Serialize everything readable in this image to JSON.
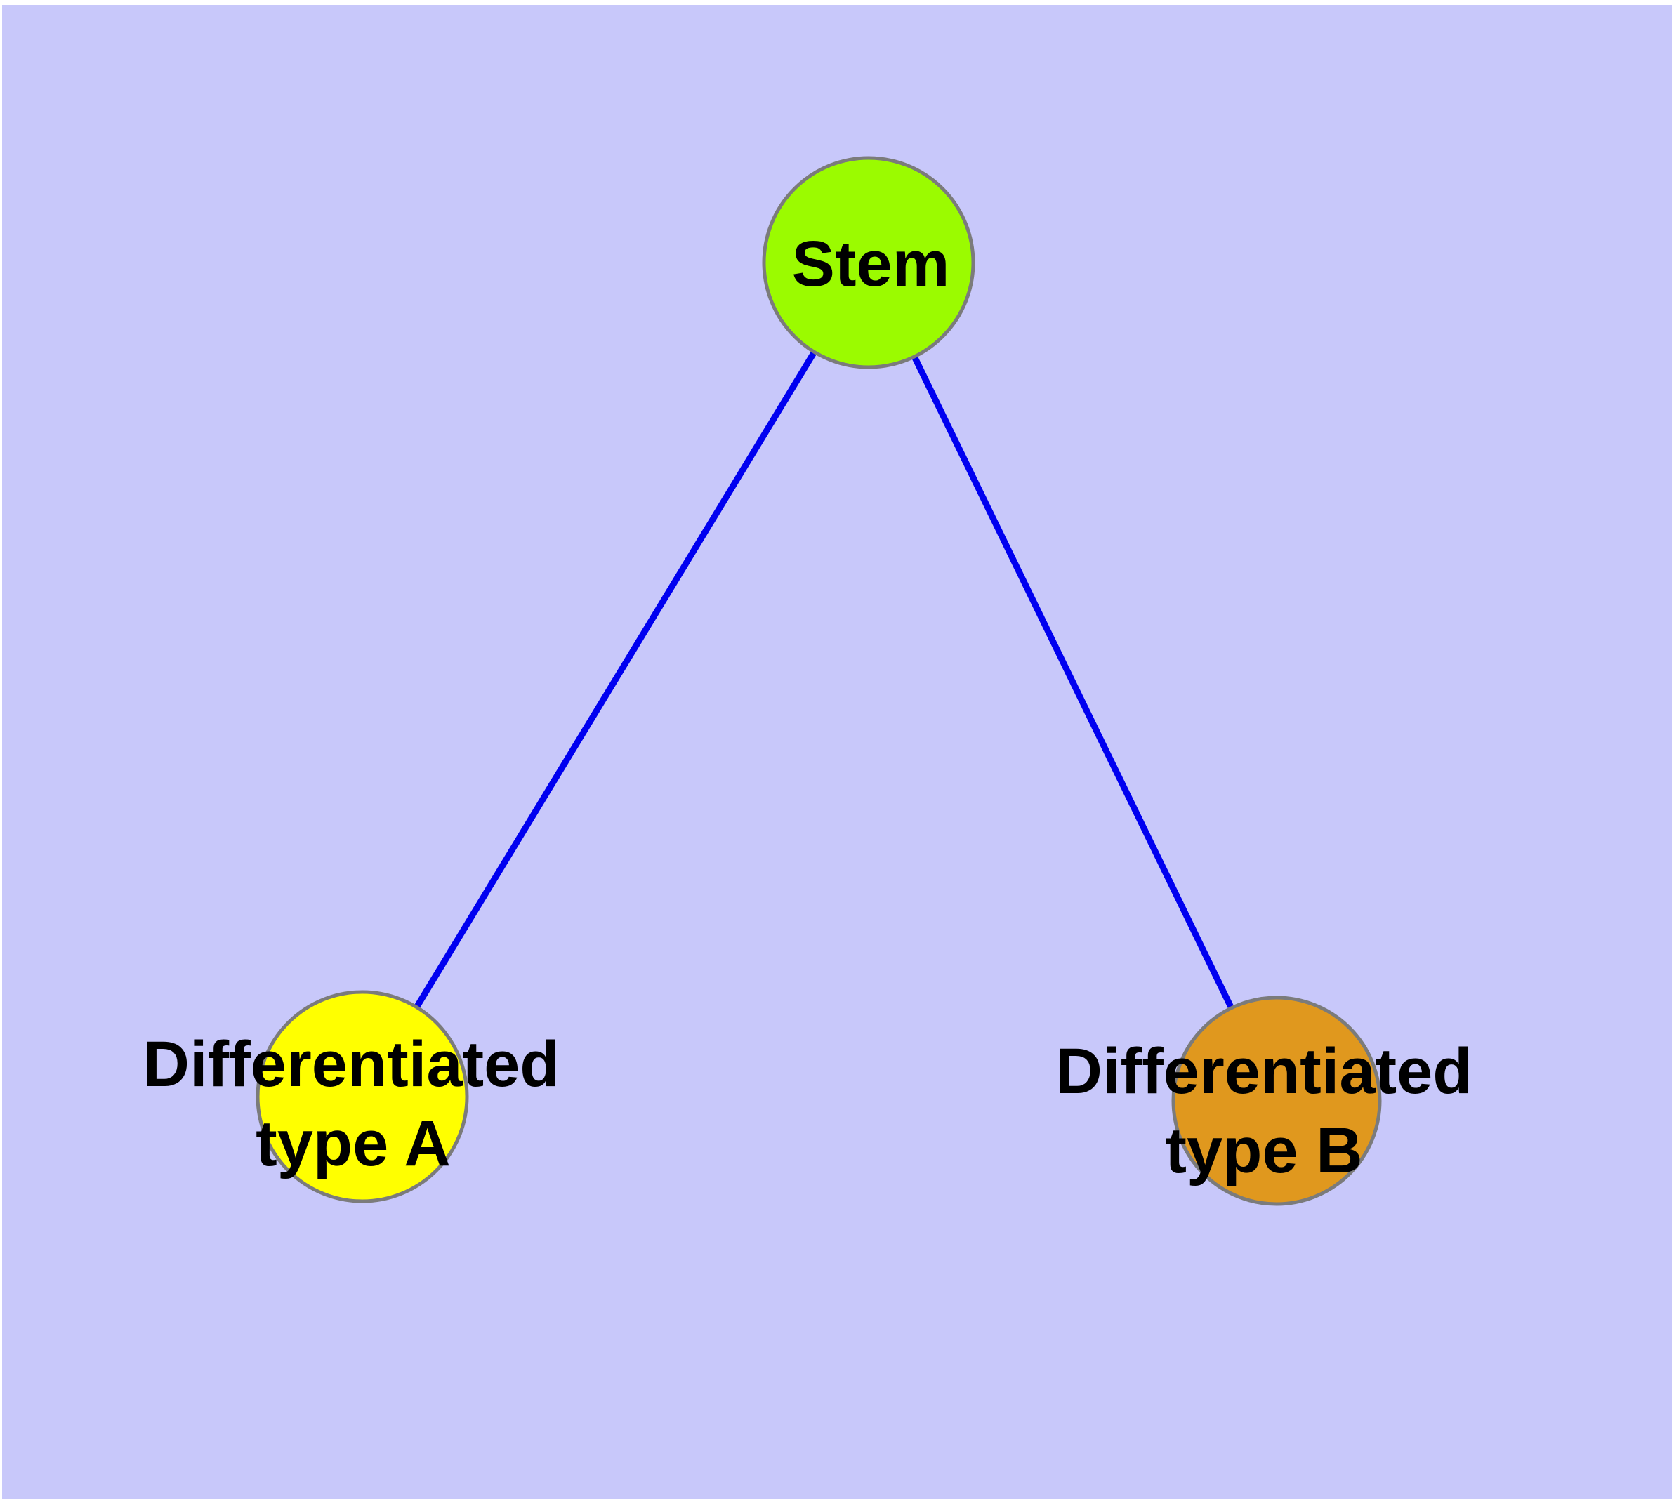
{
  "diagram": {
    "type": "node-link-graph",
    "description": "Cell differentiation graph: a stem node connected to two differentiated cell type nodes",
    "background_color": "#c8c8fa",
    "margin_color": "#ffffff",
    "edge_color": "#0000f0",
    "node_border_color": "#7b7b7b",
    "label_color": "#000000",
    "nodes": [
      {
        "id": "stem",
        "label": "Stem",
        "fill": "#9bfb00"
      },
      {
        "id": "differentiated-type-a",
        "label": "Differentiated type A",
        "label_line1": "Differentiated",
        "label_line2": "type A",
        "fill": "#ffff00"
      },
      {
        "id": "differentiated-type-b",
        "label": "Differentiated type B",
        "label_line1": "Differentiated",
        "label_line2": "type B",
        "fill": "#e0981e"
      }
    ],
    "edges": [
      {
        "from": "stem",
        "to": "differentiated-type-a"
      },
      {
        "from": "stem",
        "to": "differentiated-type-b"
      }
    ]
  }
}
